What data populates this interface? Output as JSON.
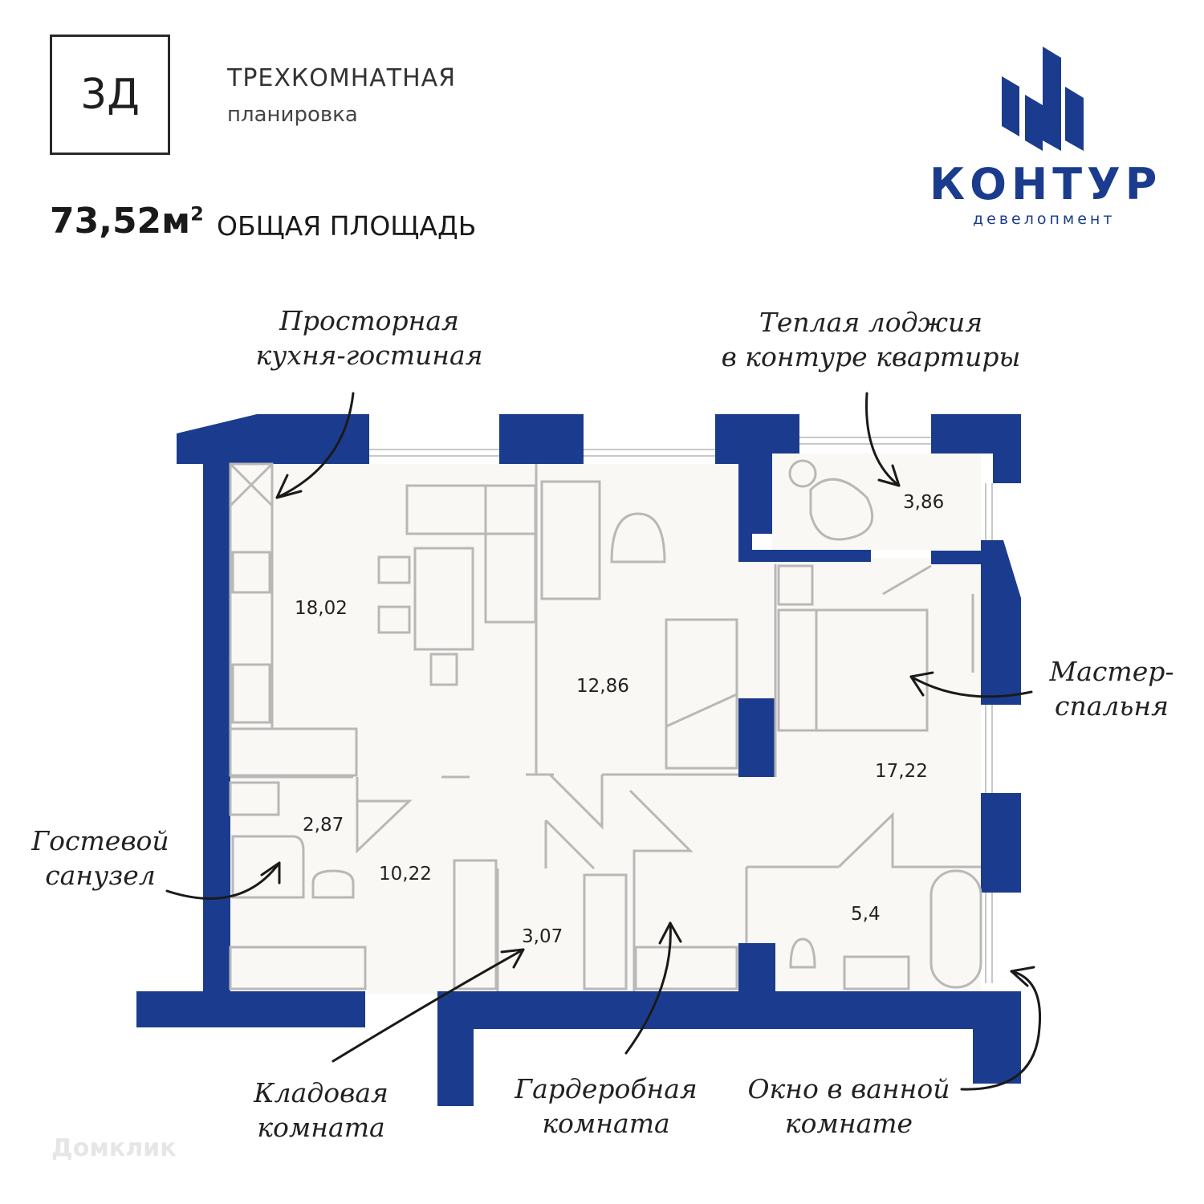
{
  "header": {
    "plan_code": "3Д",
    "layout_type": "ТРЕХКОМНАТНАЯ",
    "layout_sub": "планировка",
    "total_area": "73,52м",
    "area_sup": "2",
    "total_area_label": "ОБЩАЯ ПЛОЩАДЬ"
  },
  "brand": {
    "name": "КОНТУР",
    "subtitle": "девелопмент",
    "color": "#1b3c8e"
  },
  "annotations": {
    "kitchen": [
      "Просторная",
      "кухня-гостиная"
    ],
    "loggia": [
      "Теплая лоджия",
      "в контуре квартиры"
    ],
    "master": [
      "Мастер-",
      "спальня"
    ],
    "guest_bath": [
      "Гостевой",
      "санузел"
    ],
    "storage": [
      "Кладовая",
      "комната"
    ],
    "wardrobe": [
      "Гардеробная",
      "комната"
    ],
    "window_bath": [
      "Окно в ванной",
      "комнате"
    ]
  },
  "rooms": {
    "kitchen_living": "18,02",
    "bedroom": "12,86",
    "loggia": "3,86",
    "master_bedroom": "17,22",
    "guest_bath": "2,87",
    "hall": "10,22",
    "storage": "3,07",
    "bathroom": "5,4"
  },
  "watermark": "Домклик",
  "colors": {
    "wall": "#1b3c8e",
    "floor": "#faf8f4",
    "furniture": "#b8b8b8"
  }
}
